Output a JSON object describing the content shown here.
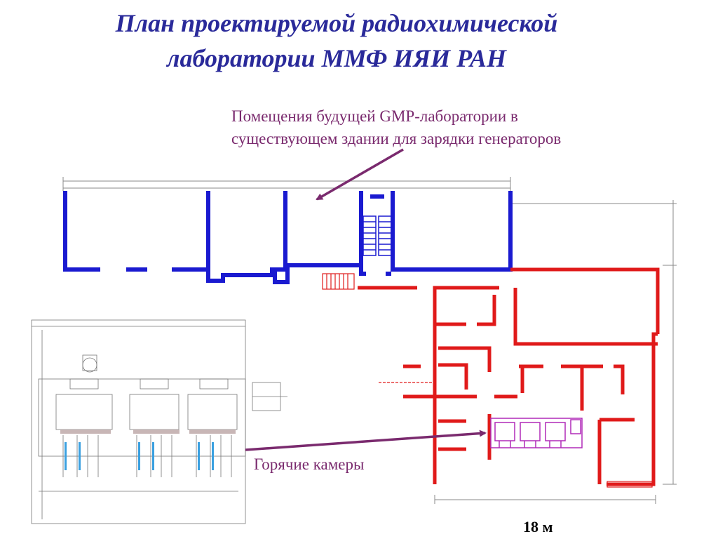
{
  "title_line1": "План проектируемой радиохимической",
  "title_line2": "лаборатории ММФ ИЯИ РАН",
  "annotation_gmp_line1": "Помещения будущей GMP-лаборатории в",
  "annotation_gmp_line2": "существующем здании для зарядки генераторов",
  "annotation_hot_cells": "Горячие камеры",
  "scale_label": "18 м",
  "colors": {
    "title": "#2a2a9a",
    "annotation": "#7a2a6e",
    "existing_building": "#1a1ad0",
    "new_building": "#e01a1a",
    "hot_cells": "#b02ab8",
    "arrow": "#7a2a6e"
  }
}
